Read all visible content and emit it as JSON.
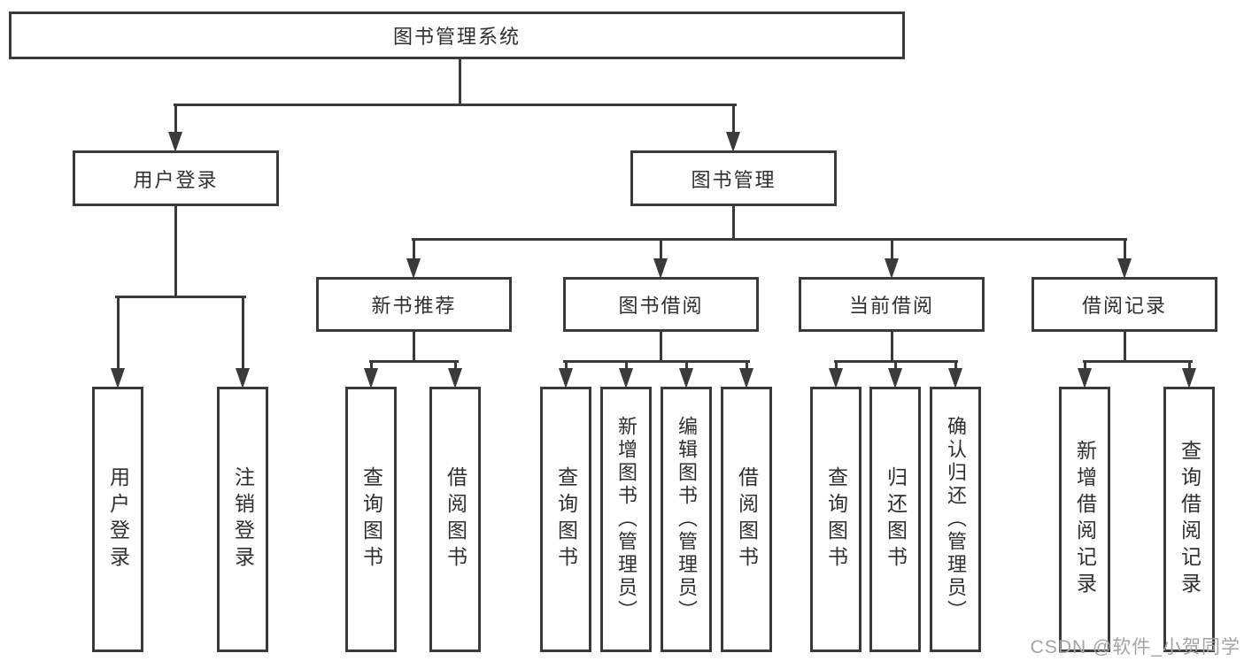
{
  "diagram": {
    "root": {
      "label": "图书管理系统"
    },
    "level2": [
      {
        "label": "用户登录"
      },
      {
        "label": "图书管理"
      }
    ],
    "level3": [
      {
        "label": "新书推荐"
      },
      {
        "label": "图书借阅"
      },
      {
        "label": "当前借阅"
      },
      {
        "label": "借阅记录"
      }
    ],
    "leaves": {
      "user_login": [
        {
          "label": "用户登录"
        },
        {
          "label": "注销登录"
        }
      ],
      "new_book": [
        {
          "label": "查询图书"
        },
        {
          "label": "借阅图书"
        }
      ],
      "book_borrow": [
        {
          "label": "查询图书"
        },
        {
          "label": "新增图书（管理员）"
        },
        {
          "label": "编辑图书（管理员）"
        },
        {
          "label": "借阅图书"
        }
      ],
      "current_borrow": [
        {
          "label": "查询图书"
        },
        {
          "label": "归还图书"
        },
        {
          "label": "确认归还（管理员）"
        }
      ],
      "borrow_records": [
        {
          "label": "新增借阅记录"
        },
        {
          "label": "查询借阅记录"
        }
      ]
    }
  },
  "watermark": {
    "text": "CSDN @软件_小贺同学"
  },
  "colors": {
    "line": "#3a3a3a",
    "text": "#2f2f2f",
    "watermark": "#a3a3a3",
    "background": "#ffffff"
  }
}
